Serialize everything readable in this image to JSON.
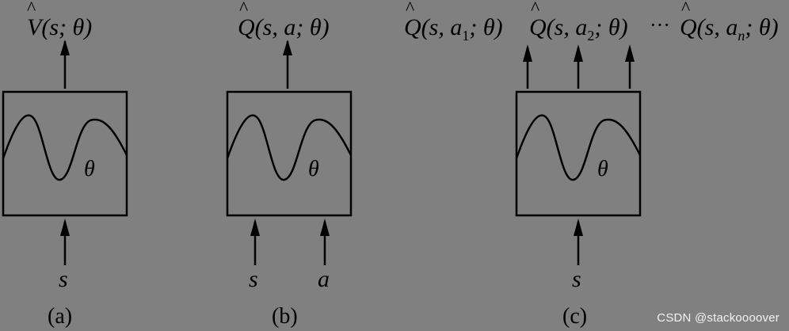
{
  "panels": [
    {
      "id": "a",
      "caption": "(a)",
      "output_label": {
        "hat": "V",
        "args": "(s; θ)"
      },
      "outputs": 1,
      "param_label": "θ",
      "inputs": [
        "s"
      ]
    },
    {
      "id": "b",
      "caption": "(b)",
      "output_label": {
        "hat": "Q",
        "args": "(s, a; θ)"
      },
      "outputs": 1,
      "param_label": "θ",
      "inputs": [
        "s",
        "a"
      ]
    },
    {
      "id": "c",
      "caption": "(c)",
      "output_labels": [
        {
          "hat": "Q",
          "pre": "(s, a",
          "sub": "1",
          "post": "; θ)"
        },
        {
          "hat": "Q",
          "pre": "(s, a",
          "sub": "2",
          "post": "; θ)"
        },
        {
          "sep": "···"
        },
        {
          "hat": "Q",
          "pre": "(s, a",
          "sub": "n",
          "post": "; θ)"
        }
      ],
      "outputs": 3,
      "param_label": "θ",
      "inputs": [
        "s"
      ]
    }
  ],
  "watermark": "CSDN @stackoooover",
  "colors": {
    "background": "#808080",
    "stroke": "#000000",
    "watermark": "#f2f2f2"
  }
}
